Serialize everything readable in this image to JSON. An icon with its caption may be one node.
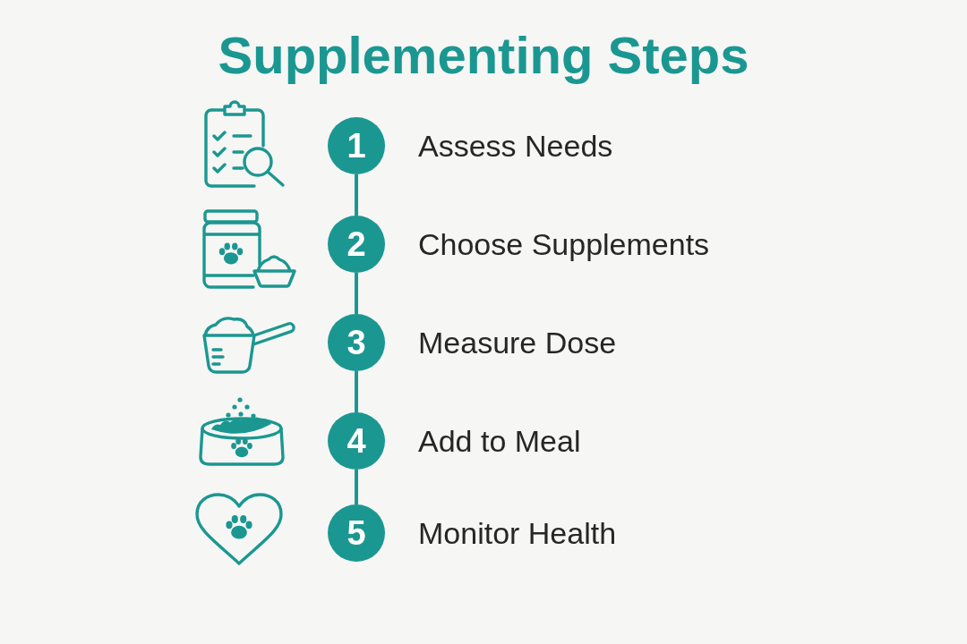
{
  "diagram": {
    "title": "Supplementing Steps",
    "nodes": [
      {
        "text": [
          "1"
        ],
        "beside": [
          "Assess Needs"
        ]
      },
      {
        "text": [
          "2"
        ],
        "beside": [
          "Choose Supplements"
        ]
      },
      {
        "text": [
          "3"
        ],
        "beside": [
          "Measure Dose"
        ]
      },
      {
        "text": [
          "4"
        ],
        "beside": [
          "Add to Meal"
        ]
      },
      {
        "text": [
          "5"
        ],
        "beside": [
          "Monitor Health"
        ]
      }
    ],
    "edges": [
      {
        "from": 0,
        "to": 1,
        "arrow": "none"
      },
      {
        "from": 1,
        "to": 2,
        "arrow": "none"
      },
      {
        "from": 2,
        "to": 3,
        "arrow": "none"
      },
      {
        "from": 3,
        "to": 4,
        "arrow": "none"
      }
    ]
  }
}
